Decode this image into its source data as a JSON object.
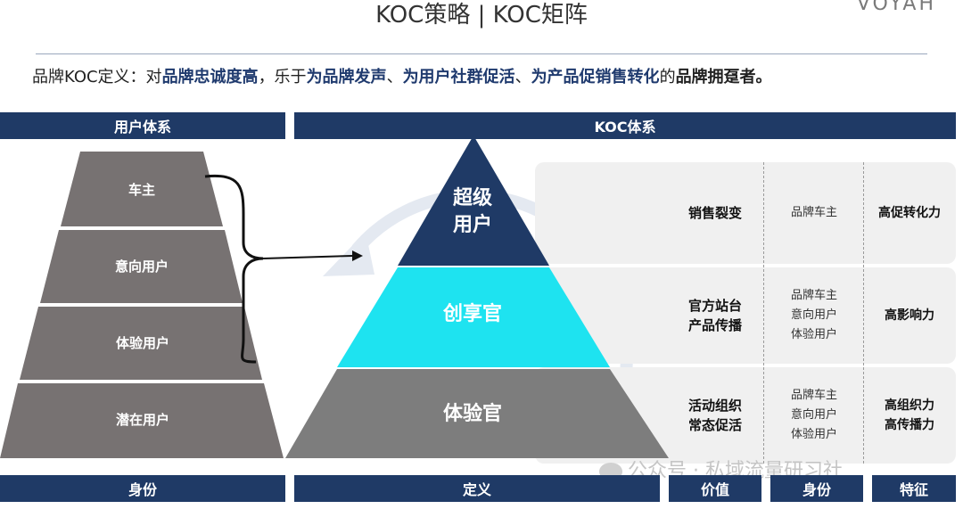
{
  "header": {
    "title": "KOC策略 | KOC矩阵",
    "brand": "VOYAH"
  },
  "definition": {
    "prefix": "品牌KOC定义：对",
    "hl1": "品牌忠诚度高",
    "sep1": "，乐于",
    "hl2": "为品牌发声",
    "sep2": "、",
    "hl3": "为用户社群促活",
    "sep3": "、",
    "hl4": "为产品促销售转化",
    "mid": "的",
    "tail": "品牌拥趸者。"
  },
  "left": {
    "header": "用户体系",
    "tiers": [
      "车主",
      "意向用户",
      "体验用户",
      "潜在用户"
    ],
    "footer": "身份"
  },
  "right": {
    "header": "KOC体系",
    "pyramid": {
      "top": [
        "超级",
        "用户"
      ],
      "middle": "创享官",
      "bottom": "体验官"
    },
    "rows": [
      {
        "value": [
          "销售裂变"
        ],
        "identity": [
          "品牌车主"
        ],
        "feature": [
          "高促转化力"
        ]
      },
      {
        "value": [
          "官方站台",
          "产品传播"
        ],
        "identity": [
          "品牌车主",
          "意向用户",
          "体验用户"
        ],
        "feature": [
          "高影响力"
        ]
      },
      {
        "value": [
          "活动组织",
          "常态促活"
        ],
        "identity": [
          "品牌车主",
          "意向用户",
          "体验用户"
        ],
        "feature": [
          "高组织力",
          "高传播力"
        ]
      }
    ],
    "footers": {
      "definition": "定义",
      "value": "价值",
      "identity": "身份",
      "feature": "特征"
    }
  },
  "watermark": "公众号 · 私域流量研习社",
  "colors": {
    "navy": "#1f3a66",
    "gray_tier": "#777272",
    "cyan": "#1ee3f0",
    "dark_gray": "#7d7d7d",
    "pyramid_top": "#1f3a66"
  }
}
